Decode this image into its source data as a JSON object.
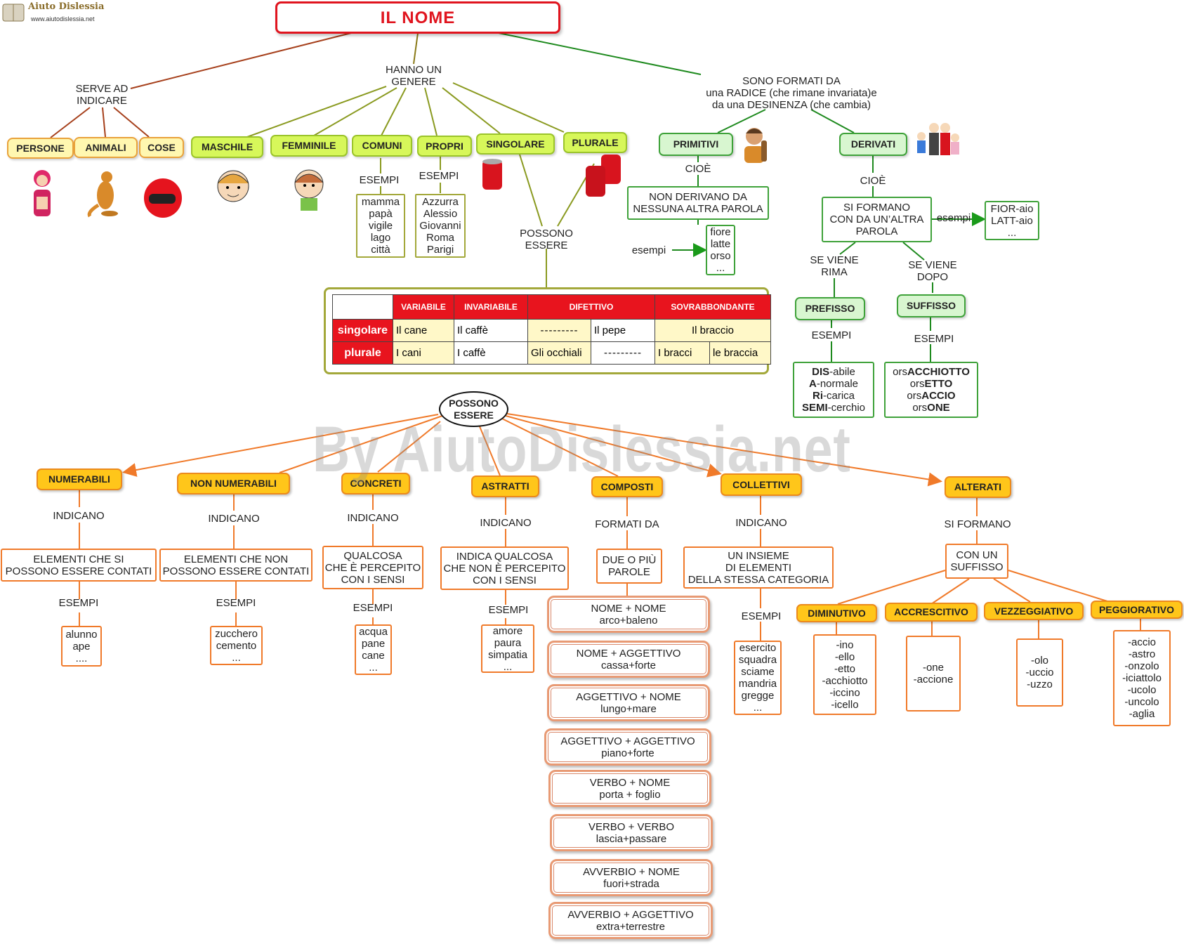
{
  "logo": {
    "name": "Aiuto Dislessia",
    "url": "www.aiutodislessia.net"
  },
  "title": "IL NOME",
  "watermark": "By AiutoDislessia.net",
  "top": {
    "serve_label": "SERVE AD\nINDICARE",
    "serve_items": [
      "PERSONE",
      "ANIMALI",
      "COSE"
    ],
    "genere_label": "HANNO UN\nGENERE",
    "genere_items": [
      "MASCHILE",
      "FEMMINILE",
      "COMUNI",
      "PROPRI",
      "SINGOLARE",
      "PLURALE"
    ],
    "esempi": "ESEMPI",
    "comuni_examples": "mamma\npapà\nvigile\nlago\ncittà",
    "propri_examples": "Azzurra\nAlessio\nGiovanni\nRoma\nParigi",
    "possono_essere": "POSSONO\nESSERE",
    "formati_label": "SONO FORMATI DA\nuna RADICE (che rimane invariata)e\nda una DESINENZA (che cambia)"
  },
  "derivation": {
    "primitivi": "PRIMITIVI",
    "derivati": "DERIVATI",
    "cioe": "CIOÈ",
    "primitivi_def": "NON DERIVANO DA\nNESSUNA ALTRA PAROLA",
    "esempi": "esempi",
    "primitivi_examples": "fiore\nlatte\norso\n...",
    "derivati_def": "SI FORMANO\nCON DA UN’ALTRA\nPAROLA",
    "derivati_examples": "FIOR-aio\nLATT-aio\n...",
    "se_viene_rima": "SE VIENE\nRIMA",
    "se_viene_dopo": "SE VIENE\nDOPO",
    "prefisso": "PREFISSO",
    "suffisso": "SUFFISSO",
    "esempi_caps": "ESEMPI",
    "prefisso_examples": [
      {
        "b": "DIS",
        "r": "-abile"
      },
      {
        "b": "A",
        "r": "-normale"
      },
      {
        "b": "Ri",
        "r": "-carica"
      },
      {
        "b": "SEMI",
        "r": "-cerchio"
      }
    ],
    "suffisso_examples": [
      {
        "r": "ors",
        "b": "ACCHIOTTO"
      },
      {
        "r": "ors",
        "b": "ETTO"
      },
      {
        "r": "ors",
        "b": "ACCIO"
      },
      {
        "r": "ors",
        "b": "ONE"
      }
    ]
  },
  "table": {
    "headers": [
      "VARIABILE",
      "INVARIABILE",
      "DIFETTIVO",
      "SOVRABBONDANTE"
    ],
    "rows": [
      {
        "label": "singolare",
        "cells": [
          "Il cane",
          "Il caffè",
          "---------",
          "Il pepe",
          "Il braccio"
        ]
      },
      {
        "label": "plurale",
        "cells": [
          "I cani",
          "I caffè",
          "Gli occhiali",
          "---------",
          "I bracci",
          "le braccia"
        ]
      }
    ]
  },
  "center": "POSSONO\nESSERE",
  "categories": [
    {
      "name": "NUMERABILI",
      "verb": "INDICANO",
      "def": "ELEMENTI CHE SI\nPOSSONO ESSERE  CONTATI",
      "esempi": "ESEMPI",
      "examples": "alunno\nape\n...."
    },
    {
      "name": "NON NUMERABILI",
      "verb": "INDICANO",
      "def": "ELEMENTI CHE NON\nPOSSONO ESSERE CONTATI",
      "esempi": "ESEMPI",
      "examples": "zucchero\ncemento\n..."
    },
    {
      "name": "CONCRETI",
      "verb": "INDICANO",
      "def": "QUALCOSA\nCHE È PERCEPITO\nCON I SENSI",
      "esempi": "ESEMPI",
      "examples": "acqua\npane\ncane\n..."
    },
    {
      "name": "ASTRATTI",
      "verb": "INDICANO",
      "def": "INDICA QUALCOSA\nCHE NON È PERCEPITO\nCON I SENSI",
      "esempi": "ESEMPI",
      "examples": "amore\npaura\nsimpatia\n..."
    },
    {
      "name": "COMPOSTI",
      "verb": "FORMATI DA",
      "def": "DUE O PIÙ\nPAROLE"
    },
    {
      "name": "COLLETTIVI",
      "verb": "INDICANO",
      "def": "UN INSIEME\nDI ELEMENTI\nDELLA STESSA CATEGORIA",
      "esempi": "ESEMPI",
      "examples": "esercito\nsquadra\nsciame\nmandria\ngregge\n..."
    },
    {
      "name": "ALTERATI",
      "verb": "SI FORMANO",
      "def": "CON UN\nSUFFISSO"
    }
  ],
  "composti": [
    {
      "rule": "NOME + NOME",
      "ex": "arco+baleno"
    },
    {
      "rule": "NOME + AGGETTIVO",
      "ex": "cassa+forte"
    },
    {
      "rule": "AGGETTIVO + NOME",
      "ex": "lungo+mare"
    },
    {
      "rule": "AGGETTIVO + AGGETTIVO",
      "ex": "piano+forte"
    },
    {
      "rule": "VERBO + NOME",
      "ex": "porta + foglio"
    },
    {
      "rule": "VERBO + VERBO",
      "ex": "lascia+passare"
    },
    {
      "rule": "AVVERBIO + NOME",
      "ex": "fuori+strada"
    },
    {
      "rule": "AVVERBIO + AGGETTIVO",
      "ex": "extra+terrestre"
    }
  ],
  "alterati": [
    {
      "name": "DIMINUTIVO",
      "suffixes": "-ino\n-ello\n-etto\n-acchiotto\n-iccino\n-icello"
    },
    {
      "name": "ACCRESCITIVO",
      "suffixes": "-one\n-accione"
    },
    {
      "name": "VEZZEGGIATIVO",
      "suffixes": "-olo\n-uccio\n-uzzo"
    },
    {
      "name": "PEGGIORATIVO",
      "suffixes": "-accio\n-astro\n-onzolo\n-iciattolo\n-ucolo\n-uncolo\n-aglia"
    }
  ],
  "colors": {
    "title": "#e0141e",
    "yellow": "#fff7b0",
    "lime": "#d7f75a",
    "green": "#3fa23a",
    "orange": "#f07a2a",
    "gold": "#ffc61a"
  }
}
